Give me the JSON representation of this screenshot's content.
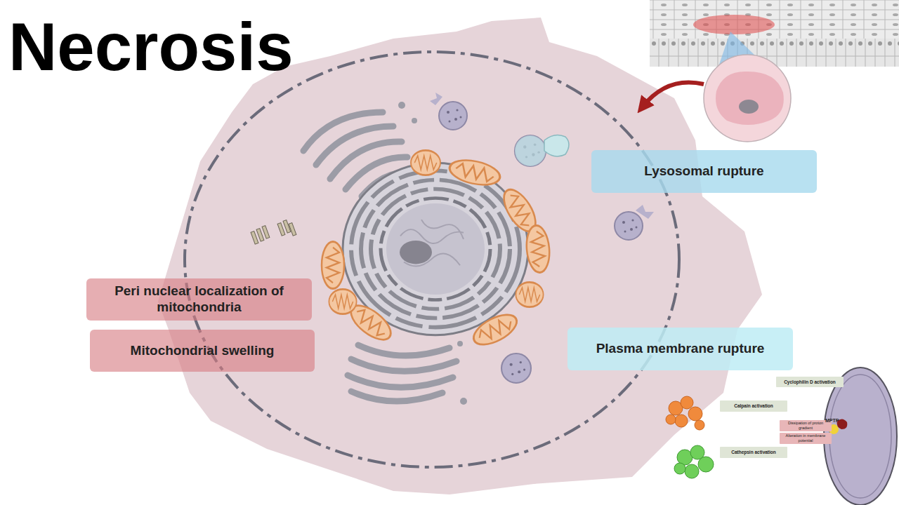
{
  "diagram": {
    "title": "Necrosis",
    "nodes": [
      {
        "text": [
          "Lysosomal rupture"
        ]
      },
      {
        "text": [
          "Peri nuclear localization of mitochondria"
        ]
      },
      {
        "text": [
          "Plasma membrane rupture"
        ]
      },
      {
        "text": [
          "Mitochondrial swelling"
        ]
      },
      {
        "text": [
          "Cyclophilin D activation"
        ]
      },
      {
        "text": [
          "Calpain activation"
        ]
      },
      {
        "text": [
          "Dissipation of proton gradient"
        ]
      },
      {
        "text": [
          "Alteration in membrane potential"
        ]
      },
      {
        "text": [
          "Cathepsin activation"
        ]
      }
    ],
    "labels": [
      "MPTP"
    ]
  }
}
